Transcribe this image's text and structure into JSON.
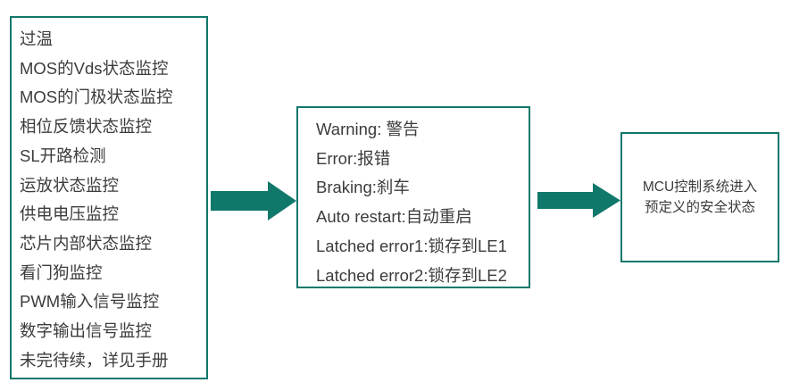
{
  "theme": {
    "accent": "#10786b",
    "background": "#ffffff",
    "text": "#3c3c3c"
  },
  "diagram": {
    "type": "flow",
    "direction": "left-to-right",
    "stages": 3
  },
  "monitors_box": {
    "name": "monitoring-functions",
    "items": [
      "过温",
      "MOS的Vds状态监控",
      "MOS的门极状态监控",
      "相位反馈状态监控",
      "SL开路检测",
      "运放状态监控",
      "供电电压监控",
      "芯片内部状态监控",
      "看门狗监控",
      "PWM输入信号监控",
      "数字输出信号监控",
      "未完待续，详见手册"
    ]
  },
  "states_box": {
    "name": "fault-reaction-states",
    "items": [
      "Warning: 警告",
      "Error:报错",
      "Braking:刹车",
      "Auto restart:自动重启",
      "Latched error1:锁存到LE1",
      "Latched error2:锁存到LE2"
    ]
  },
  "safestate_box": {
    "name": "mcu-safe-state",
    "text": "MCU控制系统进入\n预定义的安全状态"
  },
  "arrows": [
    {
      "name": "arrow-monitors-to-states",
      "glyph": "right-arrow-icon"
    },
    {
      "name": "arrow-states-to-safestate",
      "glyph": "right-arrow-icon"
    }
  ]
}
